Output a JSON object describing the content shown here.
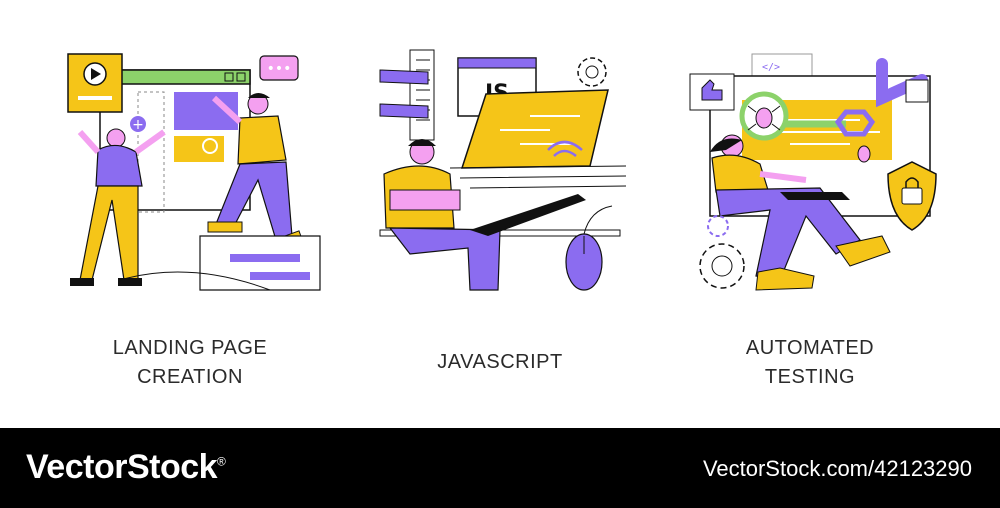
{
  "illustrations": [
    {
      "caption": "LANDING PAGE\nCREATION",
      "icon": "landing-page-illustration"
    },
    {
      "caption": "JAVASCRIPT",
      "icon": "javascript-developer-illustration",
      "badge": "JS"
    },
    {
      "caption": "AUTOMATED\nTESTING",
      "icon": "automated-testing-illustration"
    }
  ],
  "footer": {
    "brand": "VectorStock",
    "registered_mark": "®",
    "site": "VectorStock.com/42123290"
  },
  "colors": {
    "yellow": "#f5c518",
    "purple": "#8b6cf0",
    "pink": "#f4a0f0",
    "black": "#111111",
    "footer_bg": "#000000"
  }
}
